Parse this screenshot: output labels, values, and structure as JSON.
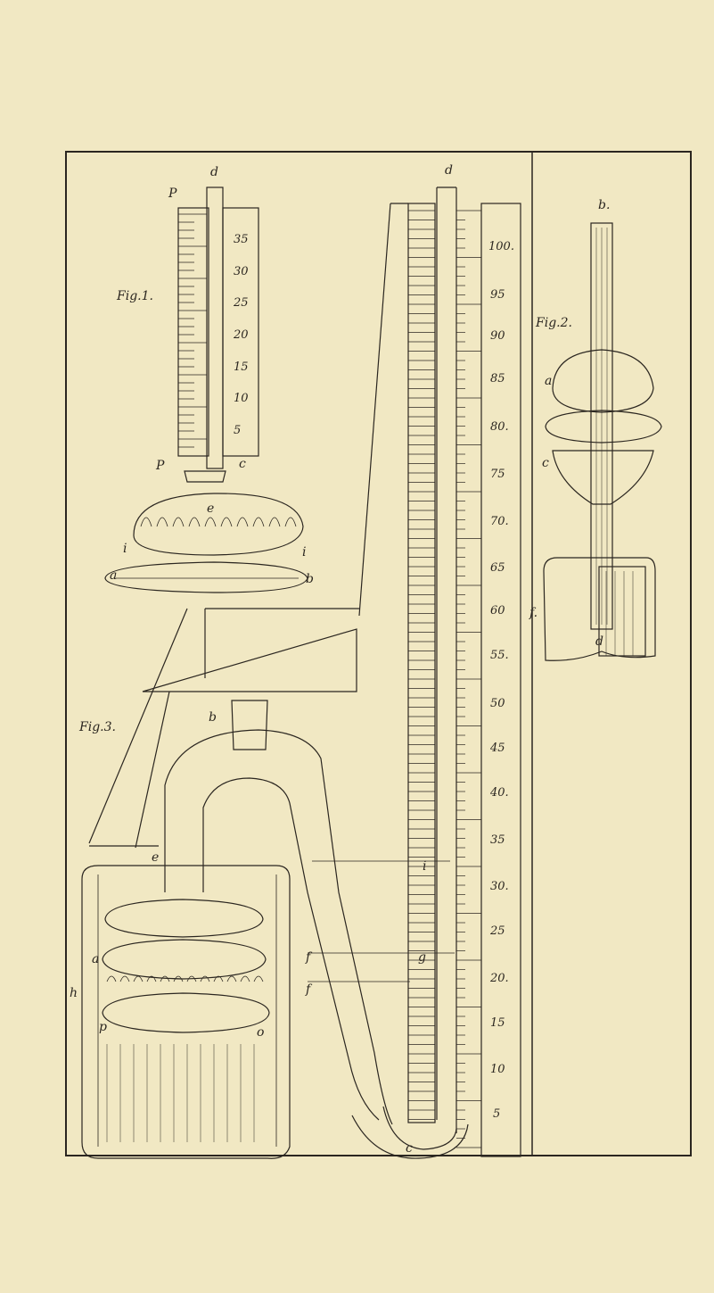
{
  "figures": {
    "fig1": "Fig.1.",
    "fig2": "Fig.2.",
    "fig3": "Fig.3."
  },
  "fig1": {
    "scale": [
      "35",
      "30",
      "25",
      "20",
      "15",
      "10",
      "5"
    ],
    "letters": {
      "d": "d",
      "p_top": "P",
      "p_bottom": "P",
      "c": "c",
      "e": "e",
      "i_left": "i",
      "i_right": "i",
      "a": "a",
      "b": "b"
    }
  },
  "fig2": {
    "letters": {
      "b": "b.",
      "a": "a",
      "c": "c",
      "f": "f.",
      "d": "d"
    }
  },
  "fig3": {
    "scale": [
      "100.",
      "95",
      "90",
      "85",
      "80.",
      "75",
      "70.",
      "65",
      "60",
      "55.",
      "50",
      "45",
      "40.",
      "35",
      "30.",
      "25",
      "20.",
      "15",
      "10",
      "5"
    ],
    "letters": {
      "d": "d",
      "b": "b",
      "e": "e",
      "i": "i",
      "g": "g",
      "f_upper": "f",
      "f_lower": "f",
      "h": "h",
      "a": "a",
      "p": "p",
      "o": "o",
      "c": "c"
    }
  },
  "colors": {
    "paper": "#f1e8c3",
    "ink": "#2b2620",
    "frame": "#3a3530"
  }
}
